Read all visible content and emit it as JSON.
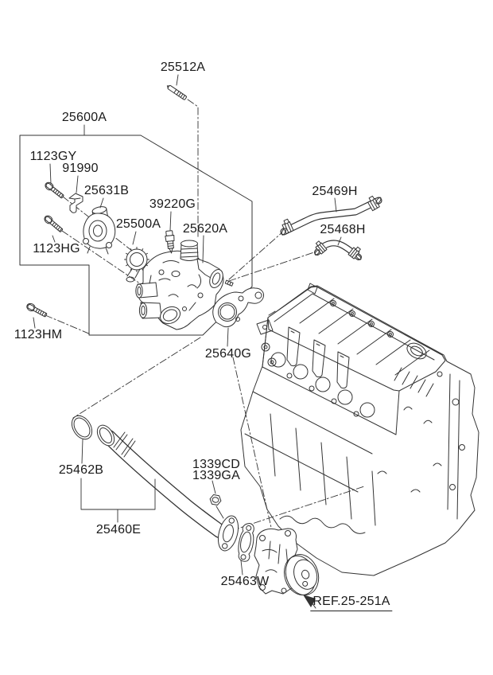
{
  "figure": {
    "background": "#ffffff",
    "line_color": "#333333",
    "text_color": "#1a1a1a",
    "description": "Coolant pipe and thermostat housing parts diagram with engine"
  },
  "part_labels": {
    "stud": "25512A",
    "control_assy": "25600A",
    "bolt_gy": "1123GY",
    "bracket": "91990",
    "cover": "25631B",
    "sensor": "39220G",
    "thermostat": "25500A",
    "fitting": "25620A",
    "hose_upper": "25469H",
    "hose_lower": "25468H",
    "bolt_hg": "1123HG",
    "bolt_hm": "1123HM",
    "gasket_outlet": "25640G",
    "oring": "25462B",
    "nut": "1339CD",
    "washer": "1339GA",
    "pipe": "25460E",
    "gasket_pipe": "25463W",
    "ref_note": "REF.25-251A"
  }
}
